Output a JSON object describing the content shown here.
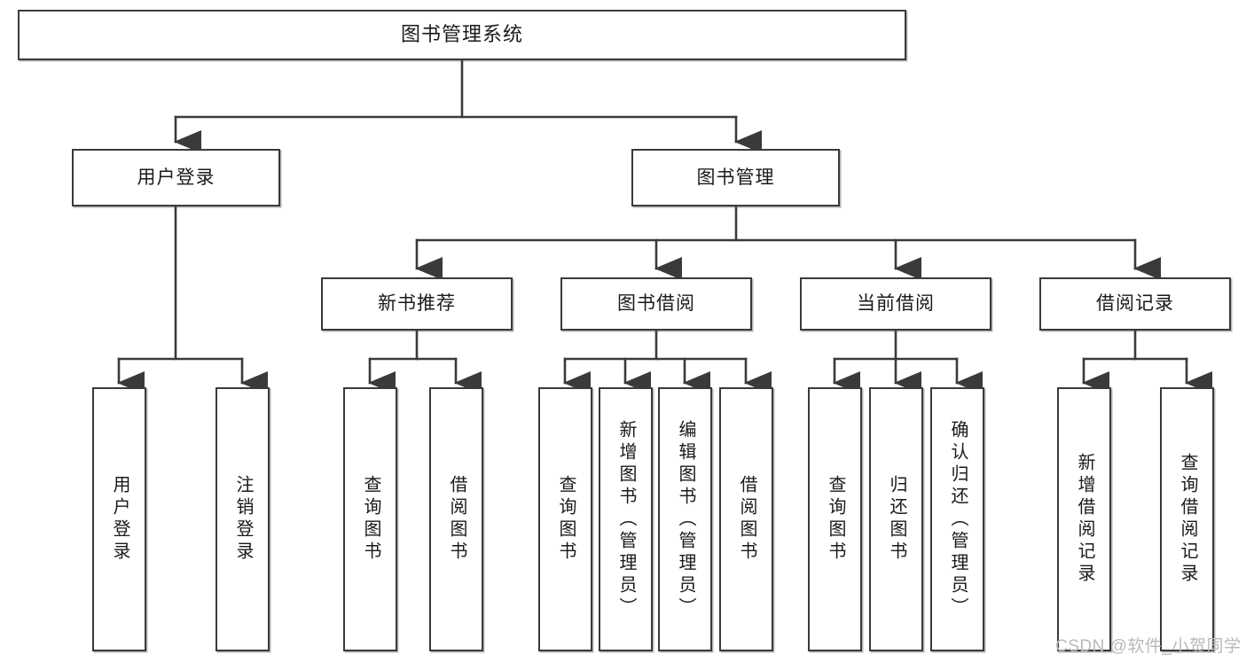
{
  "diagram": {
    "title": "图书管理系统",
    "type": "tree-hierarchy-diagram",
    "colors": {
      "box_border": "#3a3a3a",
      "box_fill": "#ffffff",
      "connector": "#3a3a3a",
      "text": "#1a1a1a",
      "watermark": "#b9b9b9",
      "background": "#ffffff"
    },
    "root": {
      "label": "图书管理系统"
    },
    "level2": [
      {
        "label": "用户登录"
      },
      {
        "label": "图书管理"
      }
    ],
    "level3": [
      {
        "label": "新书推荐"
      },
      {
        "label": "图书借阅"
      },
      {
        "label": "当前借阅"
      },
      {
        "label": "借阅记录"
      }
    ],
    "leaves": {
      "user_login": [
        {
          "label": "用户登录"
        },
        {
          "label": "注销登录"
        }
      ],
      "new_book_recommend": [
        {
          "label": "查询图书"
        },
        {
          "label": "借阅图书"
        }
      ],
      "book_borrow": [
        {
          "label": "查询图书"
        },
        {
          "label": "新增图书（管理员）"
        },
        {
          "label": "编辑图书（管理员）"
        },
        {
          "label": "借阅图书"
        }
      ],
      "current_borrow": [
        {
          "label": "查询图书"
        },
        {
          "label": "归还图书"
        },
        {
          "label": "确认归还（管理员）"
        }
      ],
      "borrow_record": [
        {
          "label": "新增借阅记录"
        },
        {
          "label": "查询借阅记录"
        }
      ]
    }
  },
  "watermark": {
    "text": "CSDN @软件_小贺同学"
  }
}
